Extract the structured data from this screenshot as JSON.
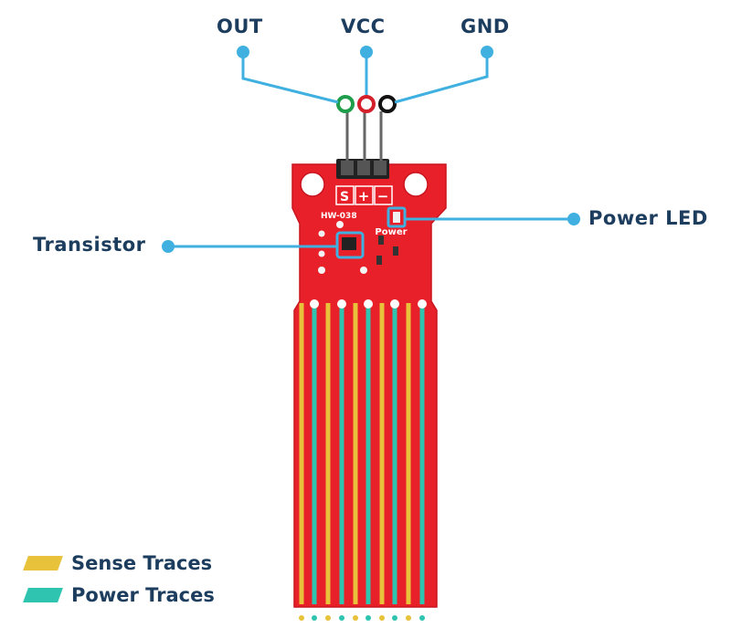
{
  "labels": {
    "out": "OUT",
    "vcc": "VCC",
    "gnd": "GND",
    "transistor": "Transistor",
    "power_led": "Power LED"
  },
  "board": {
    "model": "HW-038",
    "power_text": "Power",
    "pin_s": "S",
    "pin_plus": "+",
    "pin_minus": "−"
  },
  "legend": {
    "sense": "Sense Traces",
    "power": "Power Traces"
  },
  "colors": {
    "callout": "#3fb0e0",
    "board": "#e8202a",
    "sense_trace": "#e8c23a",
    "power_trace": "#2ec4b0",
    "text": "#1d3d5e",
    "out_pin": "#1e9e4a",
    "vcc_pin": "#d4202a",
    "gnd_pin": "#111111"
  }
}
